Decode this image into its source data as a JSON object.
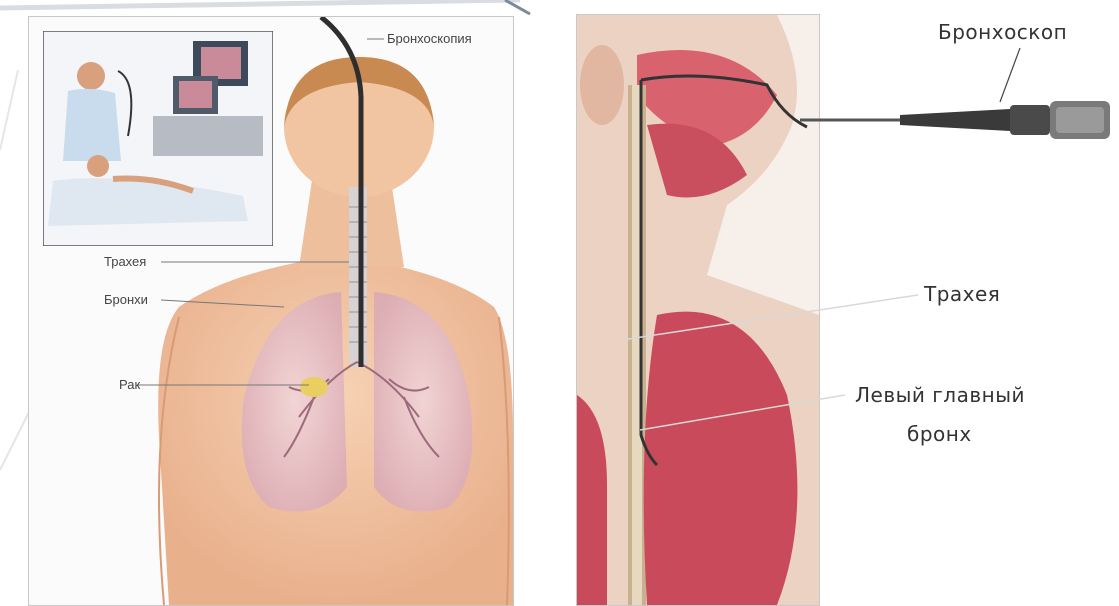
{
  "left_diagram": {
    "labels": {
      "bronchoscopy": "Бронхоскопия",
      "trachea": "Трахея",
      "bronchi": "Бронхи",
      "cancer": "Рак"
    }
  },
  "right_diagram": {
    "labels": {
      "bronchoscope": "Бронхоскоп",
      "trachea": "Трахея",
      "left_main_bronchus_line1": "Левый главный",
      "left_main_bronchus_line2": "бронх"
    }
  }
}
